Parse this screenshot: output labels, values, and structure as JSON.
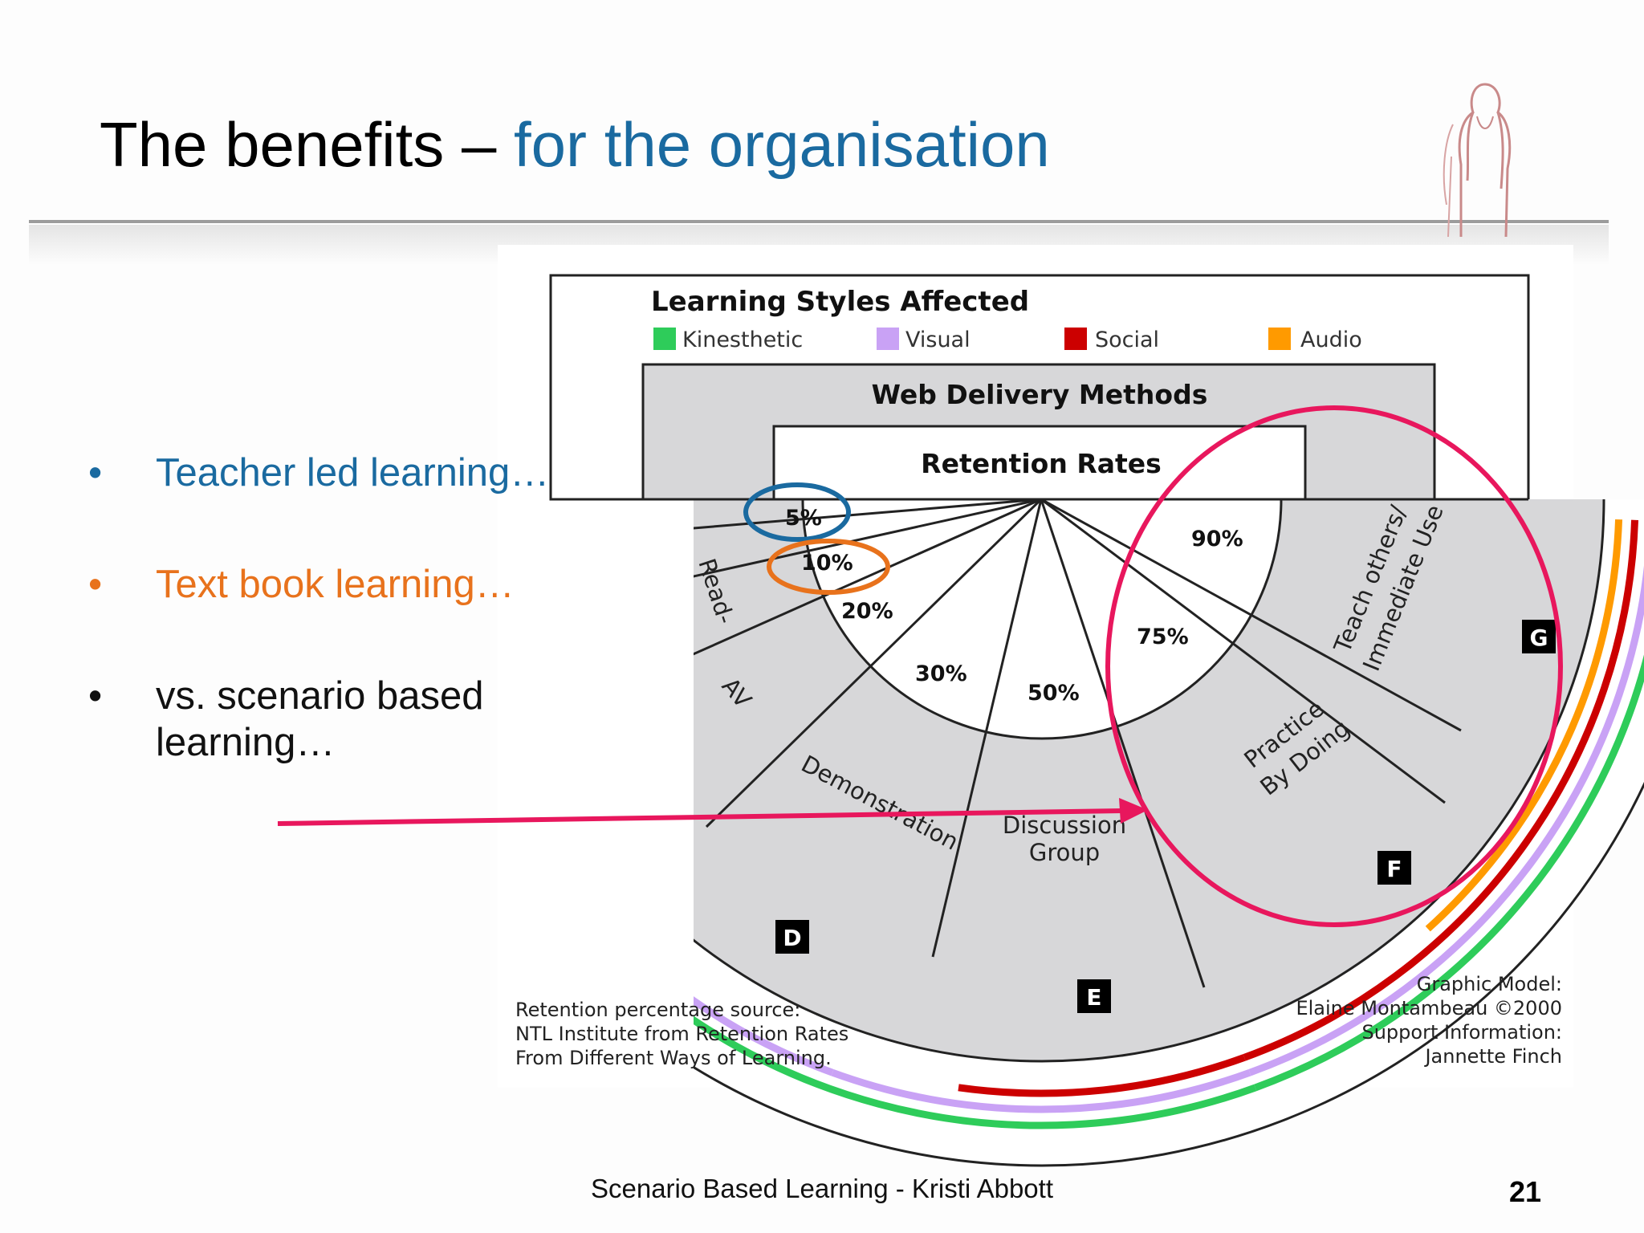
{
  "slide": {
    "title_main": "The benefits – ",
    "title_accent": "for the organisation",
    "footer": "Scenario Based Learning - Kristi Abbott",
    "page_number": "21"
  },
  "bullets": [
    {
      "text": "Teacher led learning…",
      "color": "#1a6aa0"
    },
    {
      "text": "Text book learning…",
      "color": "#e8721c"
    },
    {
      "text": "vs. scenario based learning…",
      "color": "#111111"
    }
  ],
  "bullet_symbol": "•",
  "diagram": {
    "heading": "Learning Styles Affected",
    "legend": [
      {
        "label": "Kinesthetic",
        "color": "#2ecc5a"
      },
      {
        "label": "Visual",
        "color": "#c9a2f5"
      },
      {
        "label": "Social",
        "color": "#cc0000"
      },
      {
        "label": "Audio",
        "color": "#ff9a00"
      }
    ],
    "web_delivery": "Web Delivery Methods",
    "retention": "Retention Rates",
    "rates": [
      "5%",
      "10%",
      "20%",
      "30%",
      "50%",
      "75%",
      "90%"
    ],
    "methods": {
      "read_partial": "Read-",
      "av": "AV",
      "demonstration": "Demonstration",
      "discussion_1": "Discussion",
      "discussion_2": "Group",
      "practice_1": "Practice",
      "practice_2": "By Doing",
      "teach_1": "Teach others/",
      "teach_2": "Immediate Use"
    },
    "letters": [
      "D",
      "E",
      "F",
      "G"
    ],
    "source_lines": [
      "Retention percentage source:",
      "NTL Institute from Retention Rates",
      "From Different Ways of Learning."
    ],
    "credit_lines": [
      "Graphic Model:",
      "Elaine Montambeau ©2000",
      "Support Information:",
      "Jannette Finch"
    ]
  },
  "annotation_colors": {
    "circle_5": "#1a6aa0",
    "circle_10": "#e8721c",
    "ellipse_highlight": "#e8175d",
    "arrow": "#e8175d"
  }
}
